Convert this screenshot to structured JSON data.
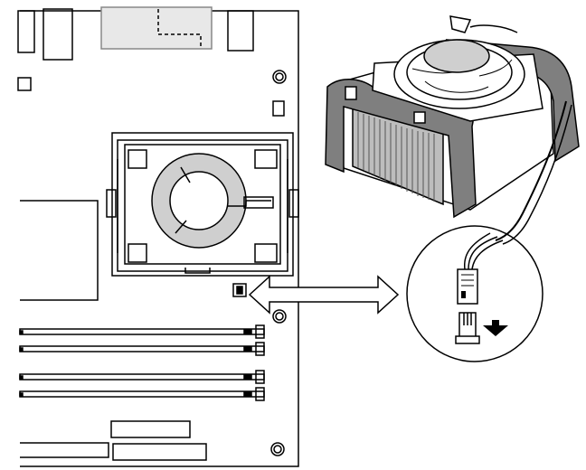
{
  "figure": {
    "kind": "installation-illustration",
    "text_labels": []
  },
  "colors": {
    "line": "#000000",
    "background": "#ffffff",
    "heatsink_shroud": "#7f7f7f",
    "fan_hub": "#cfcfcf",
    "fin_gray": "#bdbdbd",
    "io_shield_light": "#e8e8e8"
  },
  "components": {
    "motherboard": "motherboard-outline",
    "processor_socket": "processor-socket-with-heatsink",
    "fan_header": "cpu-fan-header",
    "memory_slots": 4,
    "connector_callout": "double-headed-arrow",
    "heatsink_fan": "boxed-heatsink-fan-assembly",
    "fan_connector": "fan-cable-plug",
    "press_direction": "down-arrow-icon"
  }
}
